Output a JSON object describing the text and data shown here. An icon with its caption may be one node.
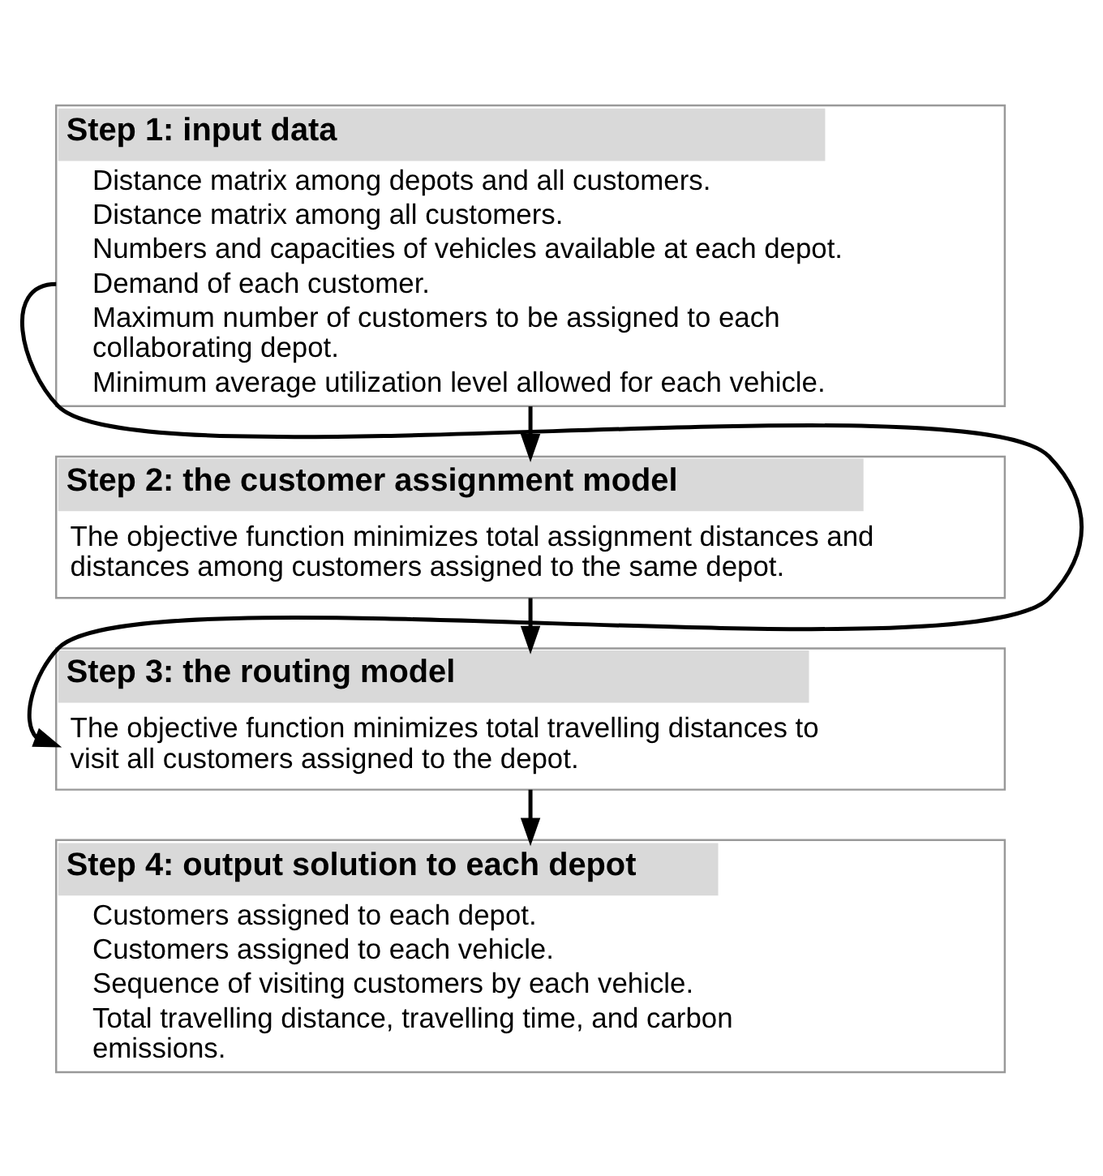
{
  "diagram": {
    "nodes": [
      {
        "text": [
          "Step 1: input data",
          "Distance matrix among depots and all customers.",
          "Distance matrix among all customers.",
          "Numbers and capacities of vehicles available at each depot.",
          "Demand of each customer.",
          "Maximum number of customers to be assigned to each collaborating depot.",
          "Minimum average utilization level allowed for each vehicle."
        ]
      },
      {
        "text": [
          "Step 2: the customer assignment model",
          "The objective function minimizes total assignment distances and distances among customers assigned to the same depot."
        ]
      },
      {
        "text": [
          "Step 3: the routing model",
          "The objective function minimizes total travelling distances to visit all customers assigned to the depot."
        ]
      },
      {
        "text": [
          "Step 4: output solution to each depot",
          "Customers assigned to each depot.",
          "Customers assigned to each vehicle.",
          "Sequence of visiting customers by each vehicle.",
          "Total travelling distance, travelling time, and carbon emissions."
        ]
      }
    ],
    "edges": [
      {
        "from": 0,
        "to": 1,
        "arrow": "to"
      },
      {
        "from": 1,
        "to": 2,
        "arrow": "to"
      },
      {
        "from": 2,
        "to": 3,
        "arrow": "to"
      },
      {
        "from": 0,
        "to": 2,
        "arrow": "to"
      }
    ]
  }
}
